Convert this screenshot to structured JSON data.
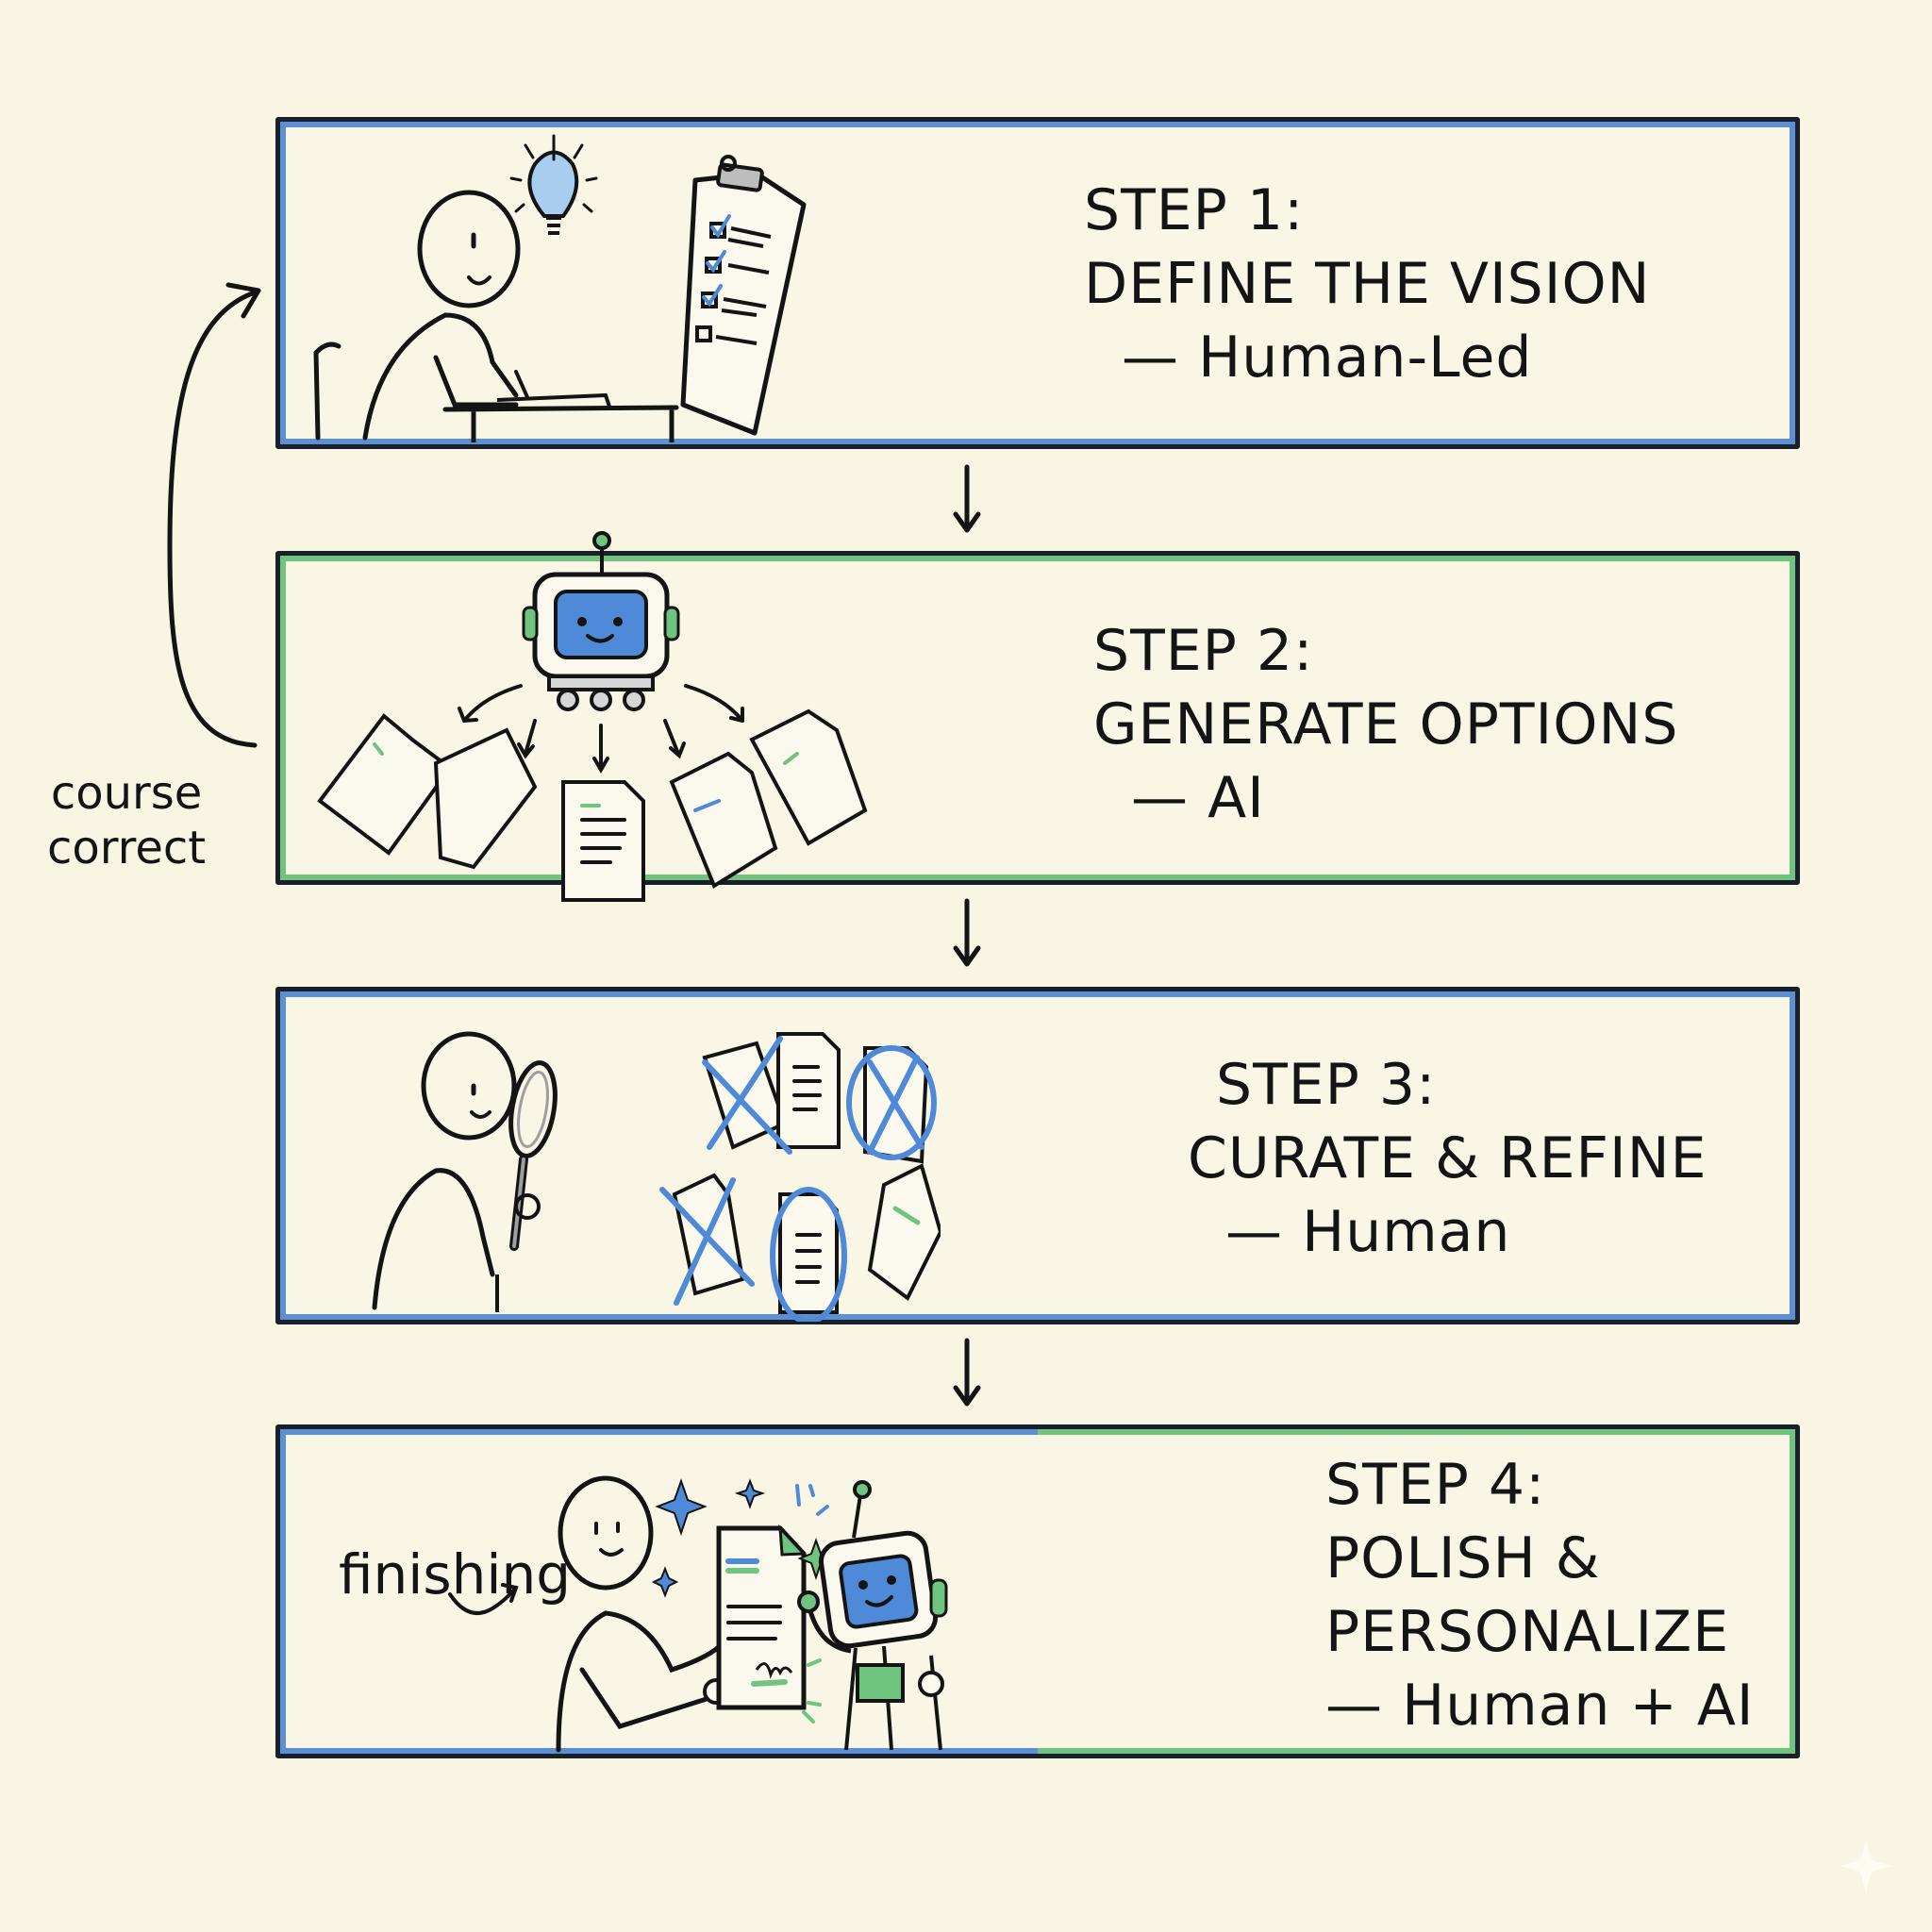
{
  "colors": {
    "background": "#f9f5e3",
    "human_blue": "#5b8fd6",
    "ai_green": "#6fc47f",
    "ink": "#1b1f2a"
  },
  "steps": [
    {
      "step_label": "STEP 1:",
      "title": "DEFINE THE VISION",
      "owner": "— Human-Led",
      "theme": "blue",
      "illustration": "person-at-desk-with-lightbulb-and-checklist"
    },
    {
      "step_label": "STEP 2:",
      "title": "GENERATE OPTIONS",
      "owner": "— AI",
      "theme": "green",
      "illustration": "robot-generating-documents"
    },
    {
      "step_label": "STEP 3:",
      "title": "CURATE & REFINE",
      "owner": "— Human",
      "theme": "blue",
      "illustration": "person-with-magnifier-reviewing-documents"
    },
    {
      "step_label": "STEP 4:",
      "title_line1": "POLISH &",
      "title_line2": "PERSONALIZE",
      "owner": "— Human + AI",
      "theme": "blue-green",
      "illustration": "person-and-robot-holding-document"
    }
  ],
  "annotations": {
    "loop_label_line1": "course",
    "loop_label_line2": "correct",
    "finishing_label": "finishing"
  }
}
